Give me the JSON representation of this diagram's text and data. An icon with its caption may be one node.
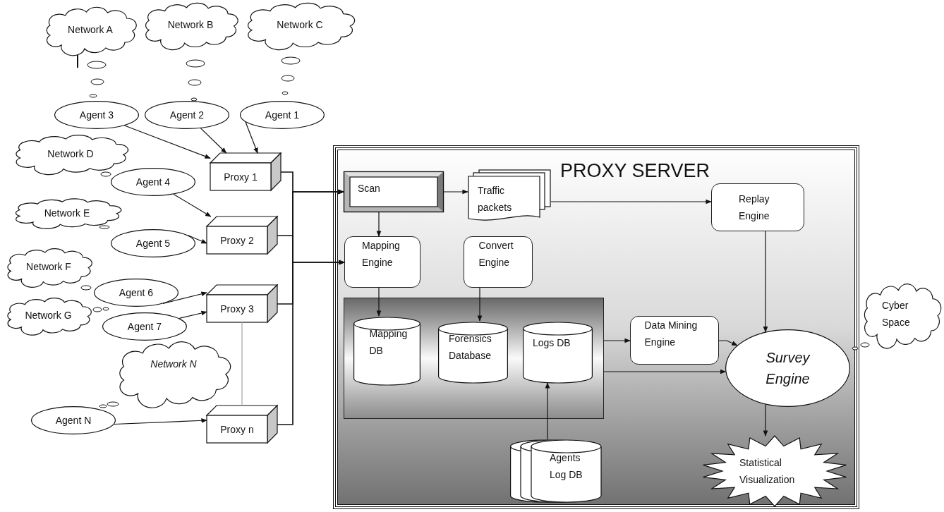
{
  "diagram": {
    "nodes": [
      {
        "text": [
          "Network A"
        ]
      },
      {
        "text": [
          "Network B"
        ]
      },
      {
        "text": [
          "Network C"
        ]
      },
      {
        "text": [
          "Agent 3"
        ]
      },
      {
        "text": [
          "Agent 2"
        ]
      },
      {
        "text": [
          "Agent 1"
        ]
      },
      {
        "text": [
          "Network D"
        ]
      },
      {
        "text": [
          "Proxy 1"
        ]
      },
      {
        "text": [
          "Agent 4"
        ]
      },
      {
        "text": [
          "Network E"
        ]
      },
      {
        "text": [
          "Proxy 2"
        ]
      },
      {
        "text": [
          "Agent 5"
        ]
      },
      {
        "text": [
          "Network F"
        ]
      },
      {
        "text": [
          "Agent 6"
        ]
      },
      {
        "text": [
          "Proxy 3"
        ]
      },
      {
        "text": [
          "Network G"
        ]
      },
      {
        "text": [
          "Agent 7"
        ]
      },
      {
        "text": [
          "Network N"
        ]
      },
      {
        "text": [
          "Agent N"
        ]
      },
      {
        "text": [
          "Proxy n"
        ]
      },
      {
        "text": [
          "PROXY SERVER"
        ]
      },
      {
        "text": [
          "Scan"
        ],
        "in": 20
      },
      {
        "text": [
          "Traffic packets"
        ],
        "in": 20
      },
      {
        "text": [
          "Replay Engine"
        ],
        "in": 20
      },
      {
        "text": [
          "Mapping Engine"
        ],
        "in": 20
      },
      {
        "text": [
          "Convert Engine"
        ],
        "in": 20
      },
      {
        "text": [],
        "shape": "box",
        "in": 20
      },
      {
        "text": [
          "Mapping DB"
        ],
        "in": 26
      },
      {
        "text": [
          "Forensics Database"
        ],
        "in": 26
      },
      {
        "text": [
          "Logs DB"
        ],
        "in": 26
      },
      {
        "text": [
          "Data Mining Engine"
        ],
        "in": 20
      },
      {
        "text": [
          "Survey Engine"
        ],
        "in": 20
      },
      {
        "text": [
          "Cyber Space"
        ]
      },
      {
        "text": [
          "Agents Log DB"
        ],
        "in": 20
      },
      {
        "text": [
          "Statistical Visualization"
        ],
        "in": 20
      }
    ],
    "edges": [
      {
        "from": 3,
        "to": 7,
        "arrow": "to"
      },
      {
        "from": 4,
        "to": 7,
        "arrow": "to"
      },
      {
        "from": 5,
        "to": 7,
        "arrow": "to"
      },
      {
        "from": 8,
        "to": 10,
        "arrow": "to"
      },
      {
        "from": 11,
        "to": 10,
        "arrow": "to"
      },
      {
        "from": 13,
        "to": 14,
        "arrow": "to"
      },
      {
        "from": 16,
        "to": 14,
        "arrow": "to"
      },
      {
        "from": 18,
        "to": 19,
        "arrow": "to"
      },
      {
        "from": 14,
        "to": 19,
        "arrow": "none",
        "color": "#a6a6a6"
      },
      {
        "from": 7,
        "to": 21,
        "arrow": "to"
      },
      {
        "from": 10,
        "to": 21,
        "arrow": "to"
      },
      {
        "from": 14,
        "to": 21,
        "arrow": "to"
      },
      {
        "from": 19,
        "to": 21,
        "arrow": "to"
      },
      {
        "from": 7,
        "to": 24,
        "arrow": "to"
      },
      {
        "from": 10,
        "to": 24,
        "arrow": "to"
      },
      {
        "from": 14,
        "to": 24,
        "arrow": "to"
      },
      {
        "from": 19,
        "to": 24,
        "arrow": "to"
      },
      {
        "from": 21,
        "to": 22,
        "arrow": "to"
      },
      {
        "from": 22,
        "to": 23,
        "arrow": "to"
      },
      {
        "from": 21,
        "to": 24,
        "arrow": "to"
      },
      {
        "from": 24,
        "to": 27,
        "arrow": "to"
      },
      {
        "from": 25,
        "to": 28,
        "arrow": "to"
      },
      {
        "from": 33,
        "to": 29,
        "arrow": "to"
      },
      {
        "from": 26,
        "to": 30,
        "arrow": "to"
      },
      {
        "from": 26,
        "to": 31,
        "arrow": "to"
      },
      {
        "from": 30,
        "to": 31,
        "arrow": "to"
      },
      {
        "from": 23,
        "to": 31,
        "arrow": "to"
      },
      {
        "from": 31,
        "to": 34,
        "arrow": "to"
      }
    ]
  }
}
